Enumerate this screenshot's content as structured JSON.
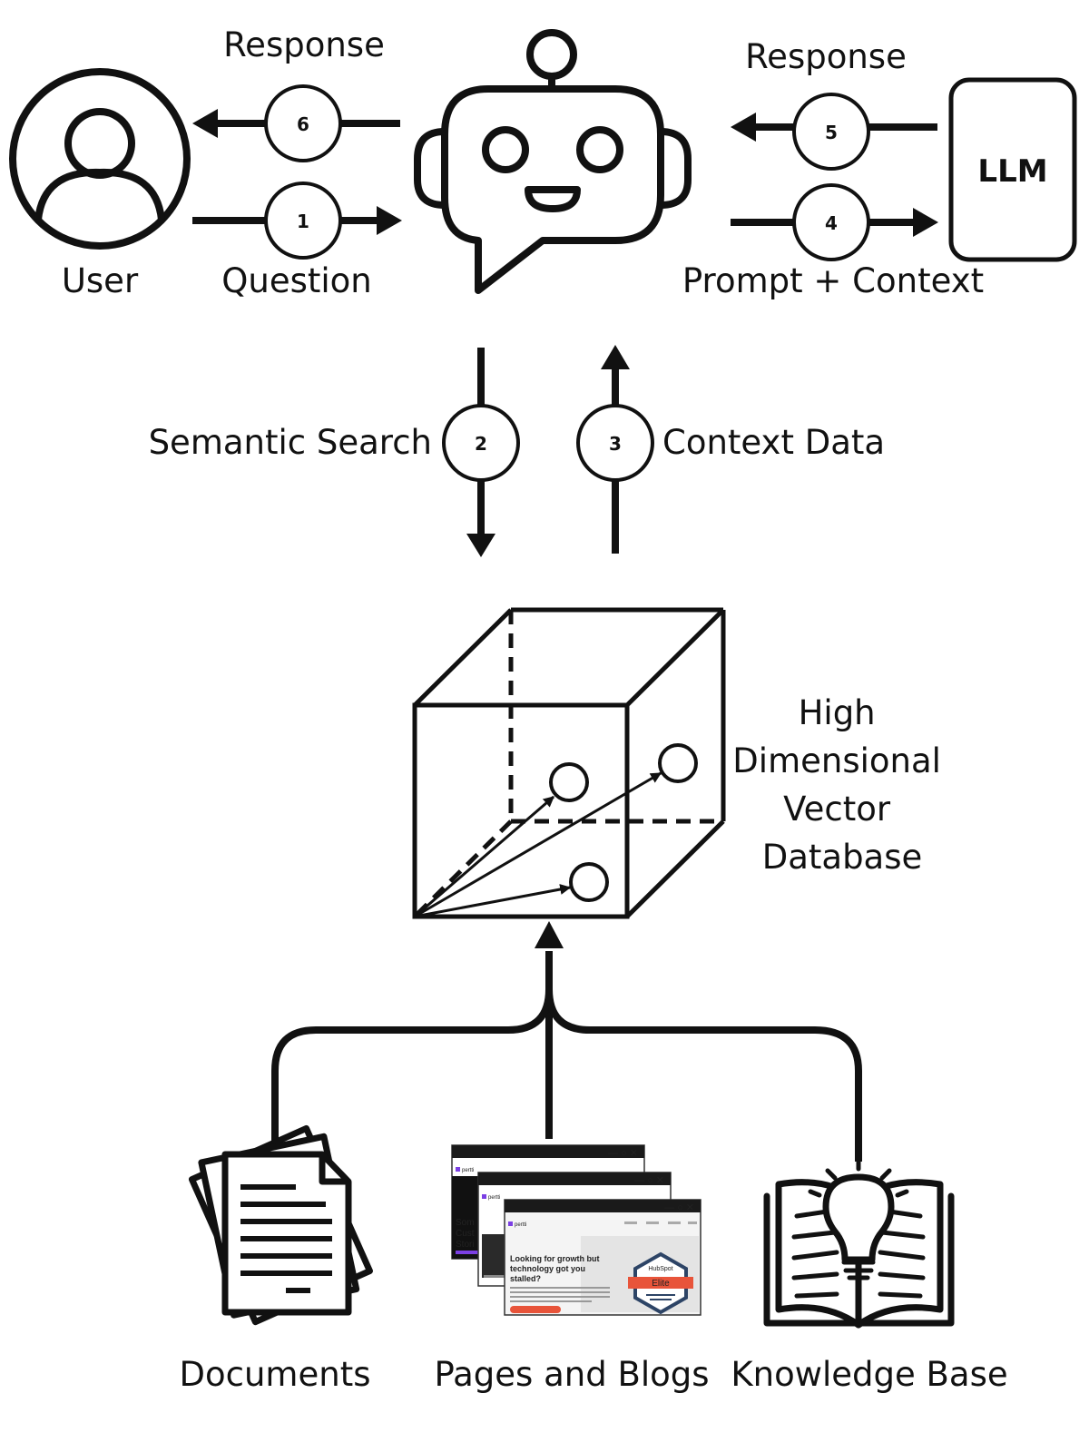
{
  "actors": {
    "user": {
      "label": "User",
      "icon": "user-icon"
    },
    "chatbot": {
      "icon": "robot-chatbot-icon"
    },
    "llm": {
      "label": "LLM"
    }
  },
  "flows": {
    "question": {
      "step": "1",
      "label": "Question"
    },
    "semantic_search": {
      "step": "2",
      "label": "Semantic Search"
    },
    "context_data": {
      "step": "3",
      "label": "Context Data"
    },
    "prompt_context": {
      "step": "4",
      "label": "Prompt + Context"
    },
    "llm_response": {
      "step": "5",
      "label": "Response"
    },
    "user_response": {
      "step": "6",
      "label": "Response"
    }
  },
  "vector_db": {
    "label_lines": [
      "High",
      "Dimensional",
      "Vector",
      "Database"
    ],
    "icon": "vector-cube-icon"
  },
  "sources": [
    {
      "label": "Documents",
      "icon": "documents-icon"
    },
    {
      "label": "Pages and Blogs",
      "icon": "web-pages-icon"
    },
    {
      "label": "Knowledge Base",
      "icon": "open-book-lightbulb-icon"
    }
  ],
  "webpage_thumbnail": {
    "logo": "pertti",
    "headline_lines": [
      "Looking for growth but",
      "technology got you",
      "stalled?"
    ],
    "badge_brand": "HubSpot",
    "badge_tier": "Elite",
    "side_text_lines": [
      "Som",
      "Cust",
      "Stori"
    ]
  },
  "colors": {
    "stroke": "#111111",
    "accent": "#e8543a",
    "badge_blue": "#2d4466",
    "background": "#ffffff"
  }
}
